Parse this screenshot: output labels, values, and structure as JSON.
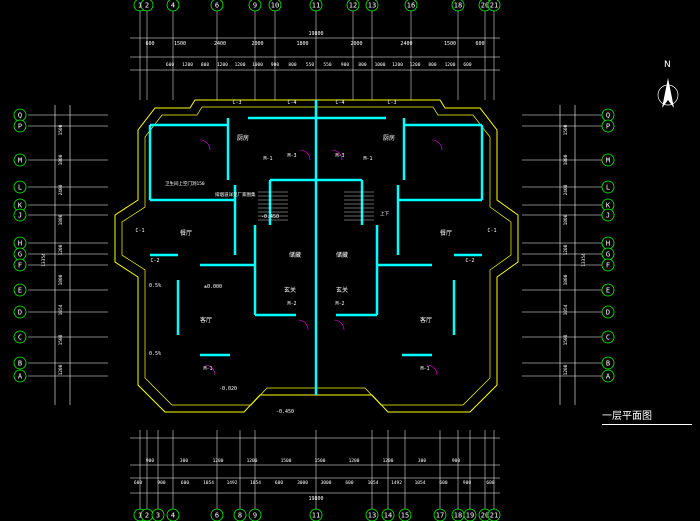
{
  "drawing": {
    "title": "一层平面图",
    "north": "N",
    "colors": {
      "background": "#000000",
      "wall": "#00ffff",
      "outline": "#ffff00",
      "dimension": "#ffffff",
      "axis_bubble": "#00ff00",
      "text_room": "#ffffff",
      "door": "#ff00ff"
    }
  },
  "axes": {
    "top_columns": [
      "1",
      "2",
      "4",
      "6",
      "9",
      "10",
      "11",
      "12",
      "13",
      "16",
      "18",
      "20",
      "21"
    ],
    "bottom_columns": [
      "1",
      "2",
      "3",
      "4",
      "6",
      "8",
      "9",
      "11",
      "13",
      "14",
      "15",
      "17",
      "18",
      "19",
      "20",
      "21"
    ],
    "rows_left": [
      "Q",
      "P",
      "M",
      "L",
      "K",
      "J",
      "H",
      "G",
      "F",
      "E",
      "D",
      "C",
      "B",
      "A"
    ],
    "rows_right": [
      "Q",
      "P",
      "M",
      "L",
      "K",
      "J",
      "H",
      "G",
      "F",
      "E",
      "D",
      "C",
      "B",
      "A"
    ]
  },
  "dimensions": {
    "top_total": "19800",
    "bottom_total": "19800",
    "top_row1": [
      "600",
      "1500",
      "2400",
      "2000",
      "1800",
      "2000",
      "2400",
      "1500",
      "600"
    ],
    "top_row2": [
      "600",
      "1200",
      "800",
      "1200",
      "1200",
      "1000",
      "900",
      "800",
      "550",
      "550",
      "900",
      "800",
      "1000",
      "1200",
      "1200",
      "800",
      "1200",
      "600"
    ],
    "bottom_row1": [
      "600",
      "900",
      "600",
      "1054",
      "1492",
      "1054",
      "600",
      "3000",
      "3000",
      "600",
      "1054",
      "1492",
      "1054",
      "600",
      "900",
      "600"
    ],
    "bottom_row2": [
      "900",
      "300",
      "1200",
      "1200",
      "1500",
      "1500",
      "1200",
      "1200",
      "300",
      "900"
    ],
    "left_side": [
      "1500",
      "1800",
      "2400",
      "1800",
      "1200",
      "1800",
      "1054",
      "1500",
      "1200"
    ],
    "right_side": [
      "1500",
      "1800",
      "2400",
      "1800",
      "1200",
      "1800",
      "1054",
      "1500",
      "1200"
    ],
    "left_overall": "13354",
    "right_overall": "13354"
  },
  "rooms": [
    {
      "label": "厨房"
    },
    {
      "label": "厨房"
    },
    {
      "label": "餐厅"
    },
    {
      "label": "餐厅"
    },
    {
      "label": "客厅"
    },
    {
      "label": "客厅"
    },
    {
      "label": "玄关"
    },
    {
      "label": "玄关"
    },
    {
      "label": "储藏"
    },
    {
      "label": "储藏"
    }
  ],
  "annotations": {
    "doors": [
      "M-1",
      "M-1",
      "M-1",
      "M-1",
      "M-2",
      "M-2",
      "M-3",
      "M-3"
    ],
    "windows": [
      "C-3",
      "C-4",
      "C-4",
      "C-3",
      "C-2",
      "C-2",
      "C-1",
      "C-1"
    ],
    "levels": [
      "±0.000",
      "-0.450",
      "-0.450",
      "-0.020"
    ],
    "slope": [
      "0.5%",
      "0.5%"
    ],
    "notes": [
      "卫生间上空门洞150",
      "排烟道详见厂家图集",
      "上下"
    ]
  }
}
